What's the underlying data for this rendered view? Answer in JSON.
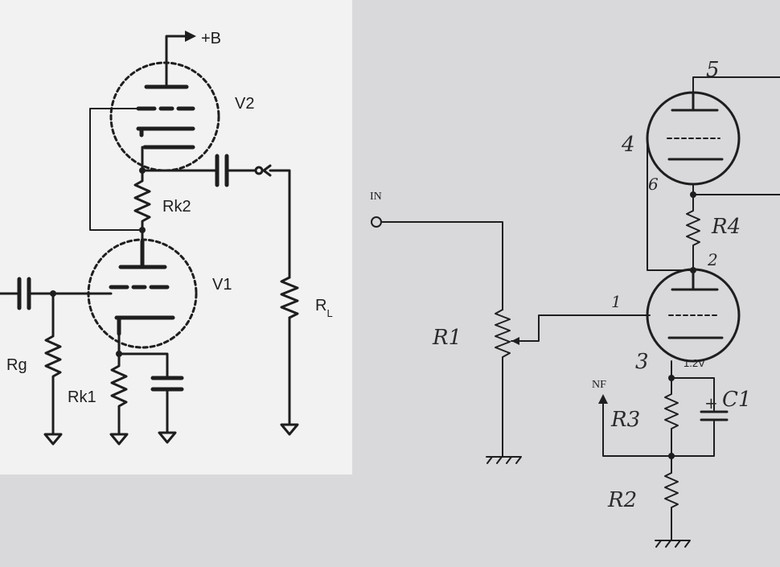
{
  "left_schematic": {
    "labels": {
      "supply": "+B",
      "tube_upper": "V2",
      "tube_lower": "V1",
      "resistor_mid": "Rk2",
      "resistor_grid": "Rg",
      "resistor_cathode": "Rk1",
      "load_main": "R",
      "load_sub": "L"
    }
  },
  "right_schematic": {
    "labels": {
      "input": "IN",
      "feedback": "NF",
      "pot": "R1",
      "resistor_mid": "R4",
      "resistor_cathode": "R3",
      "resistor_bottom": "R2",
      "capacitor": "C1",
      "voltage": "1.2V",
      "pin_1": "1",
      "pin_2": "2",
      "pin_3": "3",
      "pin_4": "4",
      "pin_5": "5",
      "pin_6": "6"
    }
  },
  "colors": {
    "ink": "#1e1e1e",
    "paper_left": "#f2f2f2",
    "paper_right": "#d9d9dc"
  }
}
